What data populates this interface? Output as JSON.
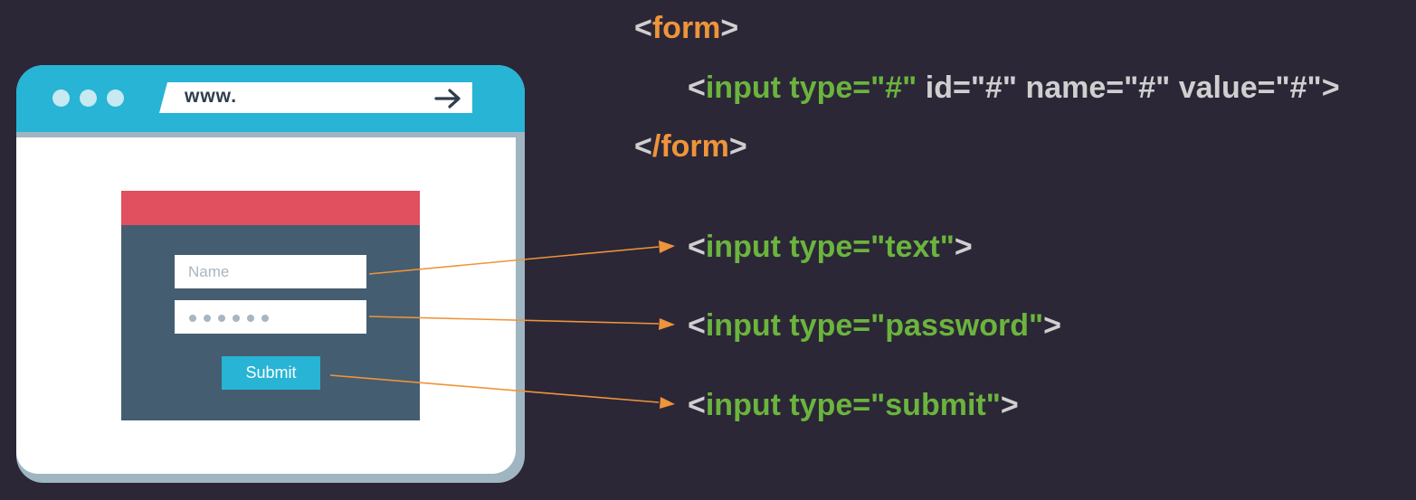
{
  "browser": {
    "url": "www.",
    "url_arrow_icon": "arrow-right-icon",
    "colors": {
      "titlebar": "#27b4d5",
      "frame": "#9fb5c2",
      "viewport": "#ffffff"
    }
  },
  "form_mockup": {
    "name_placeholder": "Name",
    "password_mask": "••••••",
    "submit_label": "Submit",
    "colors": {
      "header": "#e0505e",
      "body": "#455d70",
      "button": "#27b4d5"
    }
  },
  "code": {
    "lt": "<",
    "gt": ">",
    "form_open_tag": "form",
    "form_close_slash": "/",
    "form_close_tag": "form",
    "generic_input": {
      "input_type_prefix": "input type=",
      "type_value": "\"#\"",
      "id_attr": " id=",
      "id_value": "\"#\"",
      "name_attr": " name=",
      "name_value": "\"#\"",
      "value_attr": " value=",
      "value_value": "\"#\"",
      "close": "\">"
    },
    "examples": [
      {
        "prefix": "input type=",
        "value": "\"text\""
      },
      {
        "prefix": "input type=",
        "value": "\"password\""
      },
      {
        "prefix": "input type=",
        "value": "\"submit\""
      }
    ],
    "colors": {
      "tag": "#ee943a",
      "keyword": "#6bb43d",
      "punctuation": "#cfcfcf",
      "arrow": "#ee943a"
    }
  }
}
